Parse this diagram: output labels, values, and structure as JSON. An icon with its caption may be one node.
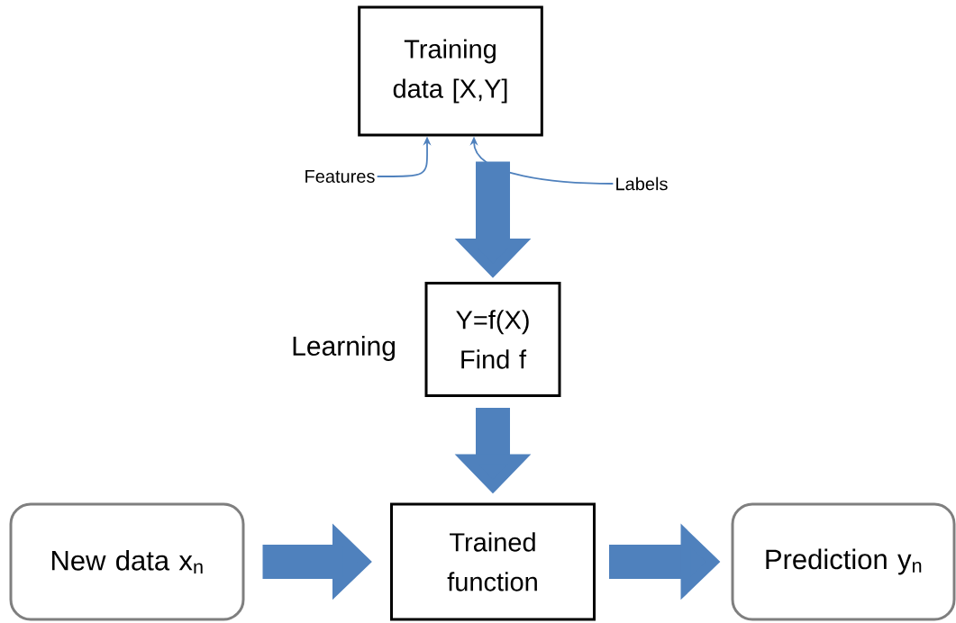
{
  "diagram": {
    "nodes": [
      {
        "text": [
          "Training data [X,Y]"
        ]
      },
      {
        "text": [
          "Features"
        ]
      },
      {
        "text": [
          "Labels"
        ]
      },
      {
        "text": [
          "Y=f(X) Find f"
        ],
        "beside": [
          "Learning"
        ]
      },
      {
        "text": [
          "New data x$_{n}$"
        ]
      },
      {
        "text": [
          "Trained function"
        ]
      },
      {
        "text": [
          "Prediction y$_{n}$"
        ]
      }
    ],
    "edges": [
      {
        "from": 1,
        "to": 0,
        "arrow": "to"
      },
      {
        "from": 2,
        "to": 0,
        "arrow": "to"
      },
      {
        "from": 0,
        "to": 3,
        "arrow": "to"
      },
      {
        "from": 3,
        "to": 5,
        "arrow": "to"
      },
      {
        "from": 4,
        "to": 5,
        "arrow": "to"
      },
      {
        "from": 5,
        "to": 6,
        "arrow": "to"
      }
    ]
  }
}
